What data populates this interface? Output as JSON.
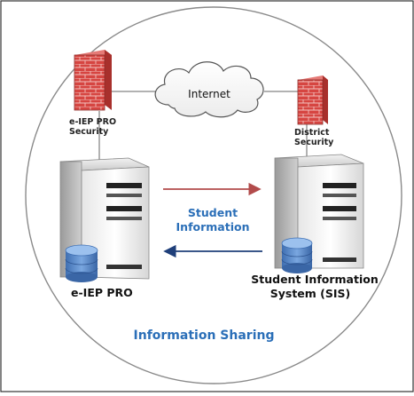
{
  "diagram": {
    "internet_label": "Internet",
    "left_security_label": [
      "e-IEP PRO",
      "Security"
    ],
    "right_security_label": [
      "District",
      "Security"
    ],
    "flow_label": [
      "Student",
      "Information"
    ],
    "left_system_label": "e-IEP PRO",
    "right_system_label": [
      "Student Information",
      "System (SIS)"
    ],
    "footer_label": "Information Sharing"
  },
  "colors": {
    "flow_text": "#2b6fb8",
    "footer_text": "#2b6fb8",
    "arrow_right": "#b24b4b",
    "arrow_left": "#1f3f7a",
    "firewall": "#d64541",
    "database": "#4f7fc0"
  }
}
